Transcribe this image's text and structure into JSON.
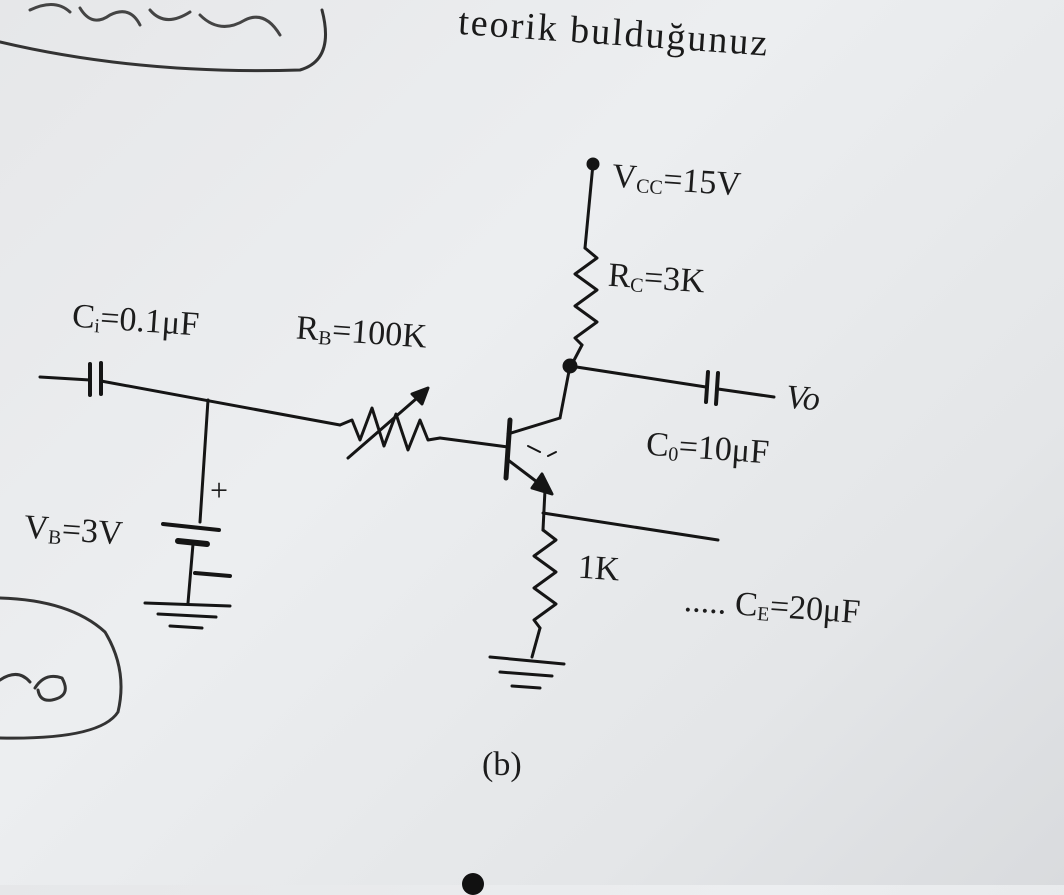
{
  "header_text": "teorik bulduğunuz",
  "handwritten_top": "ölçme",
  "handwritten_left": "re",
  "labels": {
    "vcc": {
      "main": "V",
      "sub": "CC",
      "rest": "=15V"
    },
    "rc": {
      "main": "R",
      "sub": "C",
      "rest": "=3K"
    },
    "ci": {
      "main": "C",
      "sub": "i",
      "rest": "=0.1μF"
    },
    "rb": {
      "main": "R",
      "sub": "B",
      "rest": "=100K"
    },
    "vo": "Vo",
    "co": {
      "main": "C",
      "sub": "0",
      "rest": "=10μF"
    },
    "vb": {
      "main": "V",
      "sub": "B",
      "rest": "=3V"
    },
    "plus": "+",
    "re": "1K",
    "ce": {
      "dots": ".....",
      "main": "C",
      "sub": "E",
      "rest": "=20μF"
    },
    "caption": "(b)"
  }
}
